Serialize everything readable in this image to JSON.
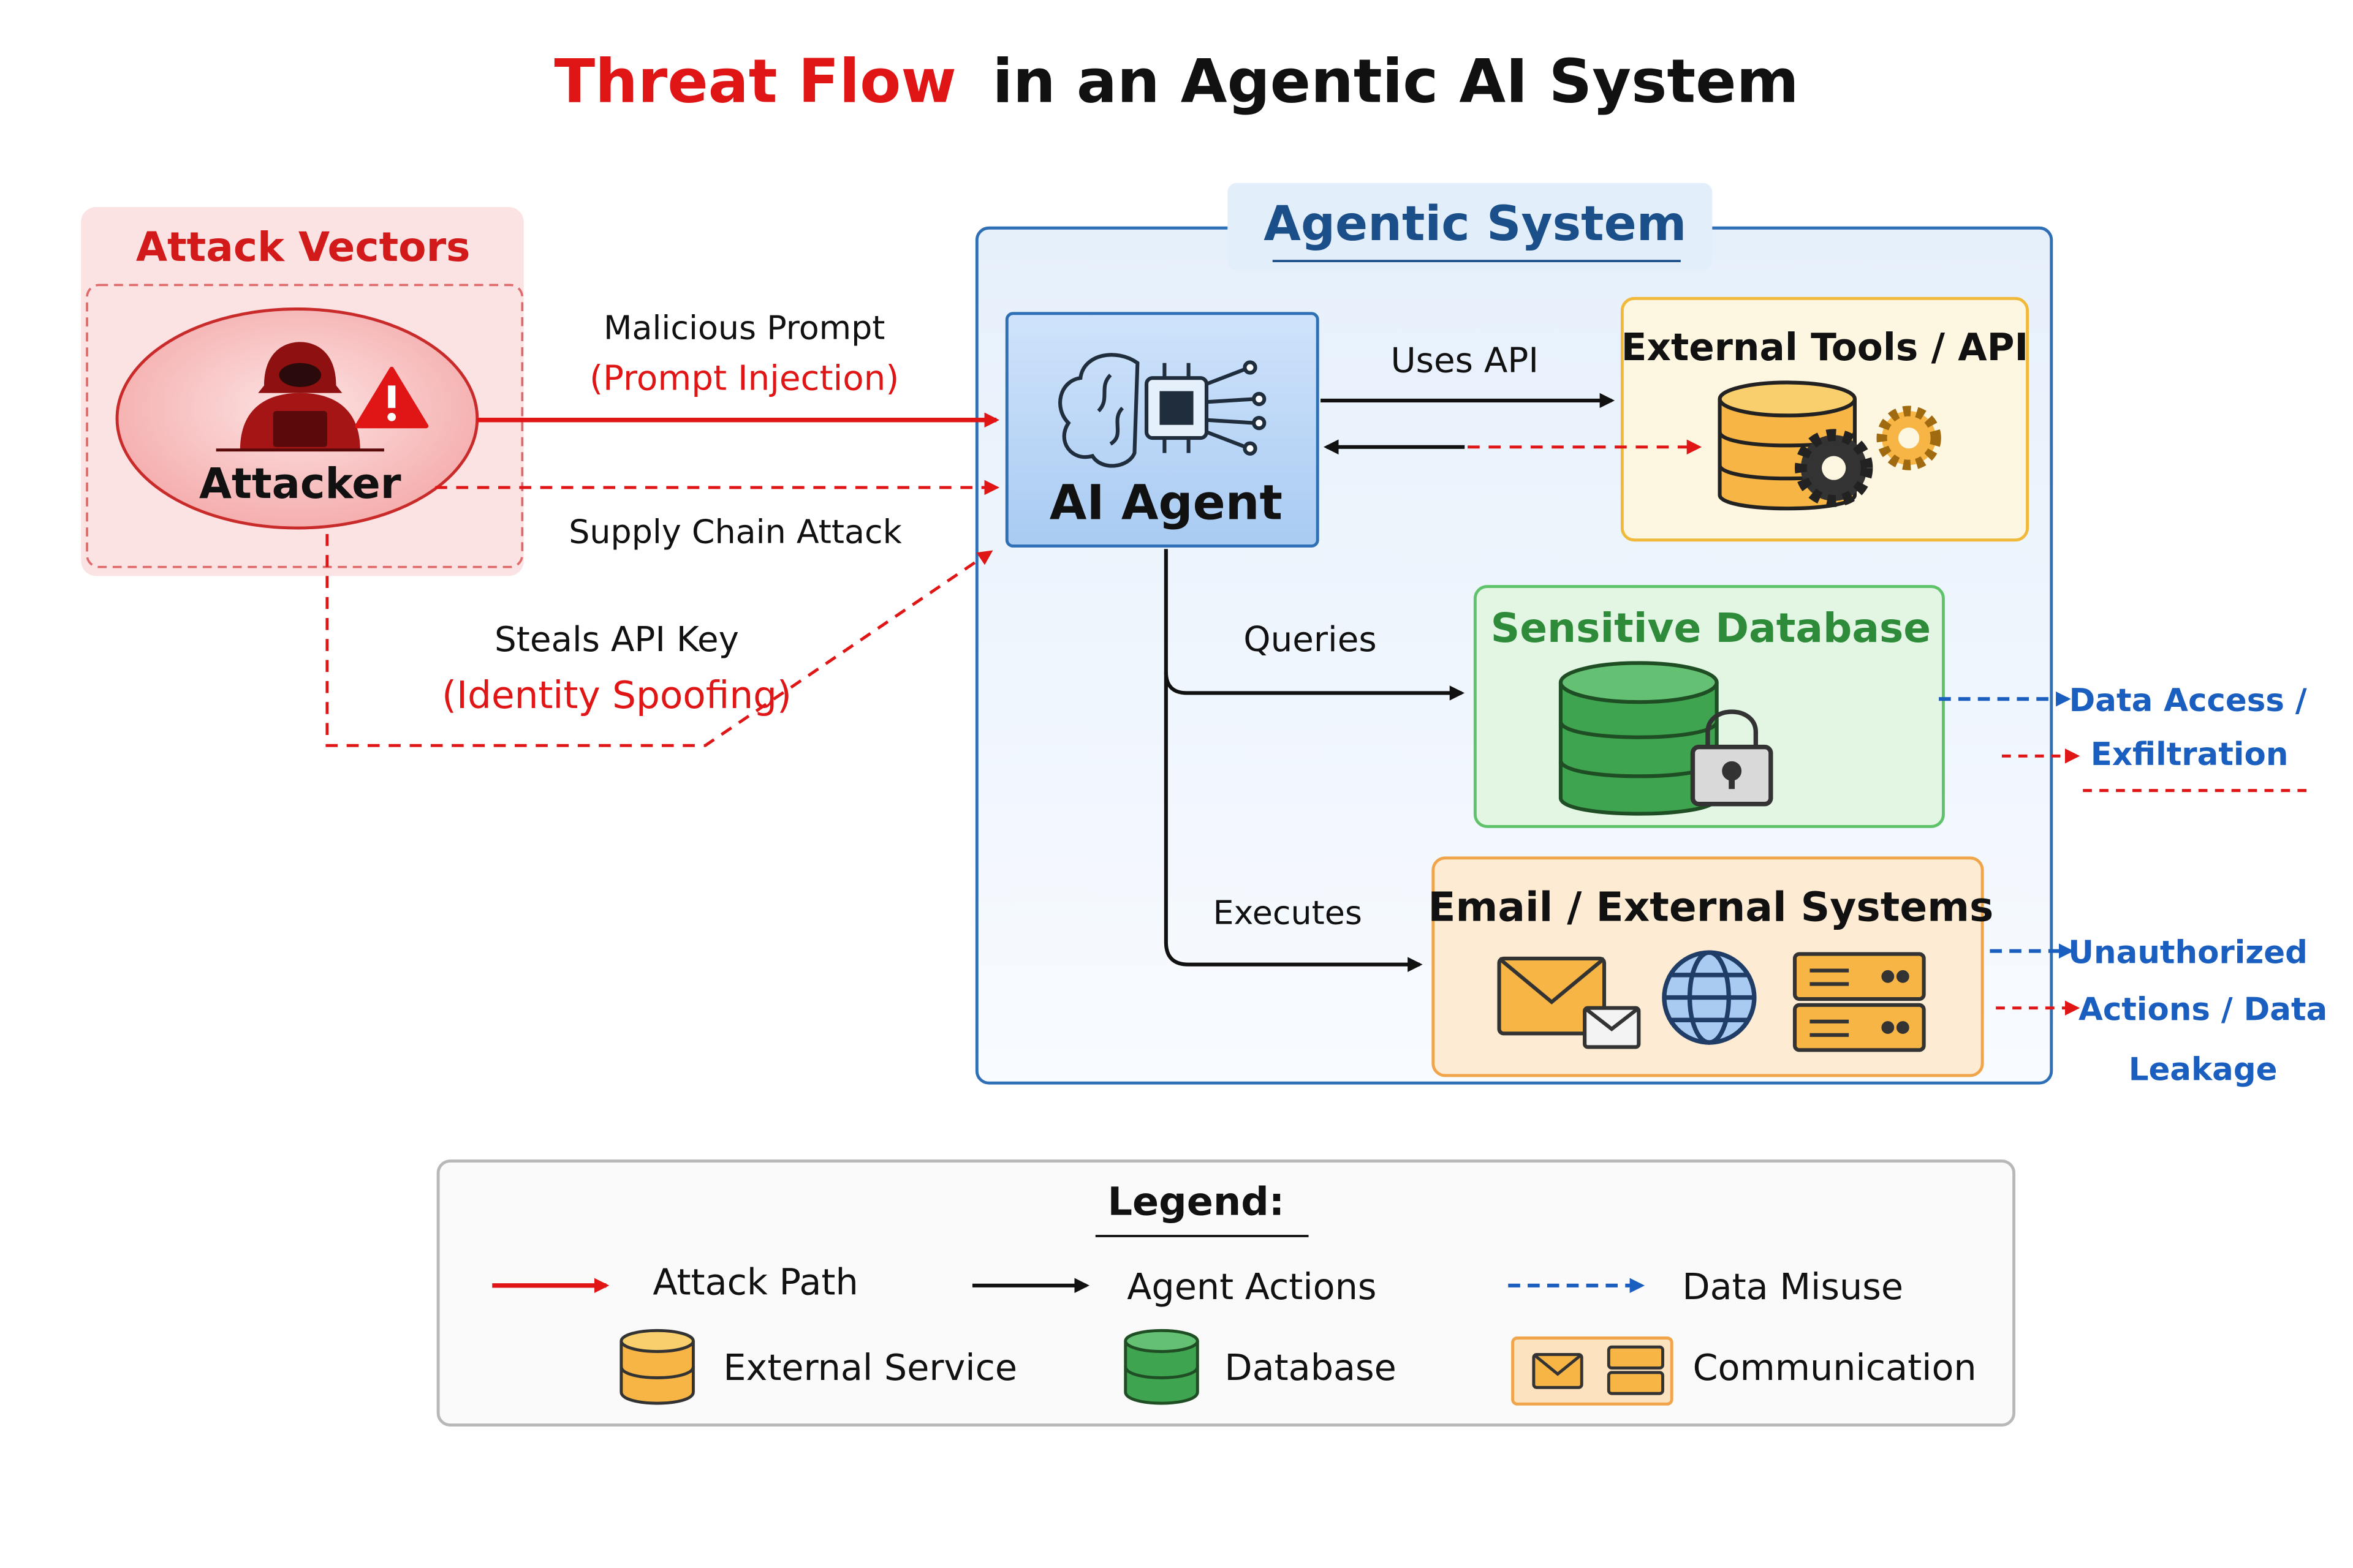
{
  "title": {
    "highlight": "Threat Flow",
    "rest": "in an Agentic AI System"
  },
  "attack_vectors": {
    "header": "Attack Vectors",
    "attacker": "Attacker"
  },
  "agentic_system": {
    "header": "Agentic System",
    "agent": "AI Agent"
  },
  "flows": {
    "malicious_prompt": "Malicious Prompt",
    "prompt_injection": "(Prompt Injection)",
    "supply_chain": "Supply Chain Attack",
    "steals_key": "Steals API Key",
    "identity_spoofing": "(Identity Spoofing)",
    "uses_api": "Uses API",
    "queries": "Queries",
    "executes": "Executes"
  },
  "nodes": {
    "tools": "External Tools / API",
    "database": "Sensitive Database",
    "email": "Email / External Systems"
  },
  "outcomes": {
    "data_access": "Data Access /",
    "exfiltration": "Exfiltration",
    "unauthorized": "Unauthorized",
    "actions": "Actions / Data",
    "leakage": "Leakage"
  },
  "legend": {
    "title": "Legend:",
    "attack_path": "Attack Path",
    "agent_actions": "Agent Actions",
    "data_misuse": "Data Misuse",
    "external_service": "External Service",
    "database": "Database",
    "communication": "Communication"
  },
  "colors": {
    "attack": "#e01515",
    "agent": "#111111",
    "misuse": "#1a5fbf",
    "title_blue": "#1b4f8a",
    "db_green": "#2e8b3a"
  }
}
